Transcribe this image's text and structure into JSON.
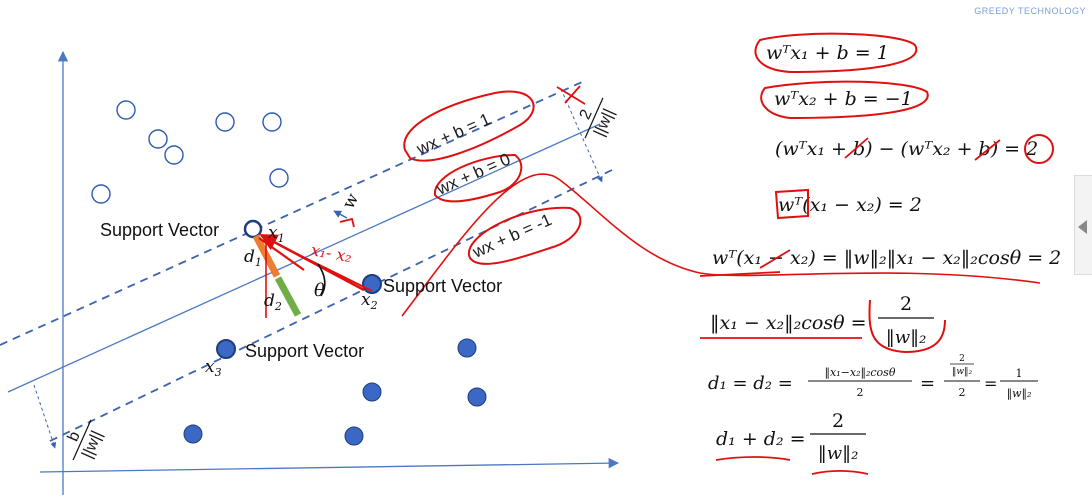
{
  "watermark": "GREEDY TECHNOLOGY",
  "labels": {
    "support_vector": "Support Vector",
    "x1": "x",
    "x1_sub": "1",
    "x2": "x",
    "x2_sub": "2",
    "x3": "x",
    "x3_sub": "3",
    "d1": "d",
    "d1_sub": "1",
    "d2": "d",
    "d2_sub": "2",
    "theta": "θ",
    "w_vec": "w",
    "red_x1x2": "x₁- x₂",
    "line_top": "wx + b = 1",
    "line_mid": "wx + b = 0",
    "line_bot": "wx + b = -1",
    "margin_num": "2",
    "margin_den": "||w||",
    "intercept_num": "b",
    "intercept_den": "||w||"
  },
  "equations": {
    "eq1": "wᵀx₁ + b = 1",
    "eq2": "wᵀx₂ + b = −1",
    "eq3": "(wᵀx₁ + b) − (wᵀx₂ + b) = 2",
    "eq4": "wᵀ(x₁ − x₂)  = 2",
    "eq5": "wᵀ(x₁ − x₂) = ‖w‖₂‖x₁ − x₂‖₂cosθ = 2",
    "eq6_left": "‖x₁ − x₂‖₂cosθ =",
    "eq6_num": "2",
    "eq6_den": "‖w‖₂",
    "eq7_left": "d₁ = d₂ =",
    "eq7_f1_num": "‖x₁−x₂‖₂cosθ",
    "eq7_f1_den": "2",
    "eq7_eq": "=",
    "eq7_f2_num_num": "2",
    "eq7_f2_num_den": "‖w‖₂",
    "eq7_f2_den": "2",
    "eq7_eq2": "=",
    "eq7_f3_num": "1",
    "eq7_f3_den": "‖w‖₂",
    "eq8_left": "d₁ + d₂ =",
    "eq8_num": "2",
    "eq8_den": "‖w‖₂"
  },
  "colors": {
    "axis": "#4a78c2",
    "line": "#4a78c2",
    "dashed": "#3a62b0",
    "filled_point": "#3b68c4",
    "open_point": "#2e5cb0",
    "ink_red": "#e01010",
    "orange": "#ed7d31",
    "green": "#70ad47"
  }
}
